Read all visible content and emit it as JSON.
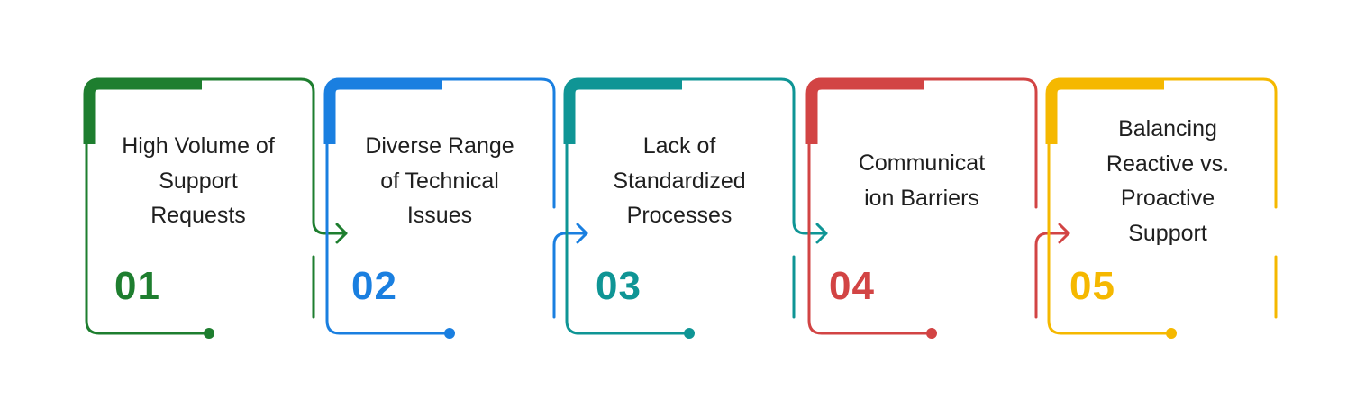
{
  "cards": [
    {
      "title_lines": [
        "High Volume of",
        "Support",
        "Requests"
      ],
      "number": "01",
      "color": "#1e7e2f"
    },
    {
      "title_lines": [
        "Diverse Range",
        "of Technical",
        "Issues"
      ],
      "number": "02",
      "color": "#1a7fe0"
    },
    {
      "title_lines": [
        "Lack of",
        "Standardized",
        "Processes"
      ],
      "number": "03",
      "color": "#0f9595"
    },
    {
      "title_lines": [
        "Communicat",
        "ion Barriers"
      ],
      "number": "04",
      "color": "#d24444"
    },
    {
      "title_lines": [
        "Balancing",
        "Reactive vs.",
        "Proactive",
        "Support"
      ],
      "number": "05",
      "color": "#f5b800"
    }
  ]
}
